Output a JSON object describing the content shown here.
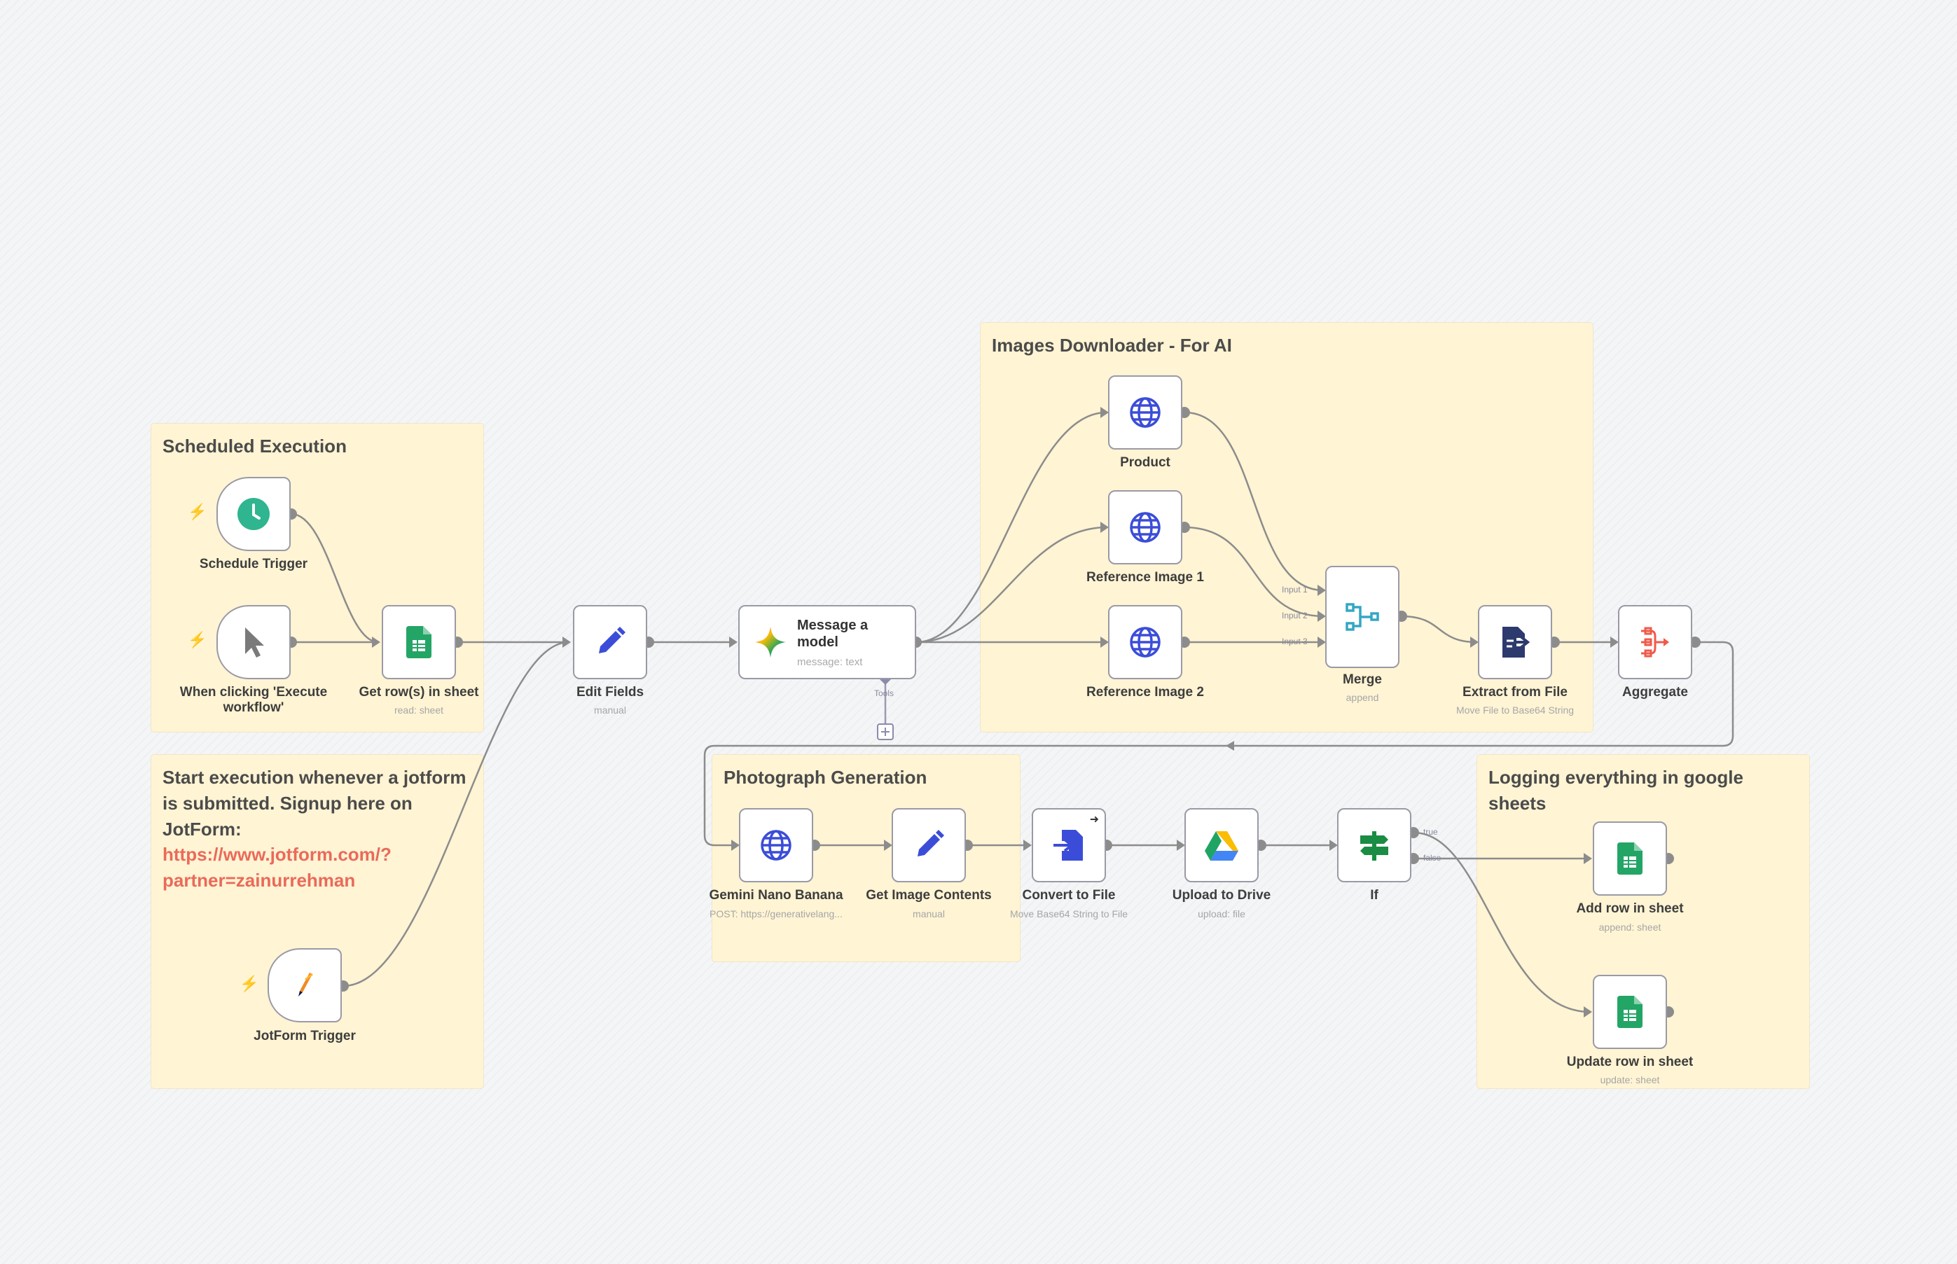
{
  "stickies": {
    "scheduled": {
      "title": "Scheduled Execution"
    },
    "images": {
      "title": "Images Downloader - For AI"
    },
    "jotform": {
      "title": "Start execution whenever a jotform is submitted. Signup here on JotForm:",
      "link": "https://www.jotform.com/?partner=zainurrehman"
    },
    "photo": {
      "title": "Photograph Generation"
    },
    "logging": {
      "title": "Logging everything in google sheets"
    }
  },
  "nodes": {
    "schedule_trigger": {
      "label": "Schedule Trigger",
      "icon": "clock-icon"
    },
    "manual_trigger": {
      "label": "When clicking 'Execute workflow'",
      "icon": "cursor-icon"
    },
    "get_rows": {
      "label": "Get row(s) in sheet",
      "sub": "read: sheet",
      "icon": "google-sheets-icon"
    },
    "jotform_trigger": {
      "label": "JotForm Trigger",
      "icon": "jotform-icon"
    },
    "edit_fields": {
      "label": "Edit Fields",
      "sub": "manual",
      "icon": "pencil-icon"
    },
    "message_model": {
      "label": "Message a model",
      "sub": "message: text",
      "icon": "gemini-icon"
    },
    "product": {
      "label": "Product",
      "icon": "globe-icon"
    },
    "ref1": {
      "label": "Reference Image 1",
      "icon": "globe-icon"
    },
    "ref2": {
      "label": "Reference Image 2",
      "icon": "globe-icon"
    },
    "merge": {
      "label": "Merge",
      "sub": "append",
      "icon": "merge-icon"
    },
    "extract": {
      "label": "Extract from File",
      "sub": "Move File to Base64 String",
      "icon": "file-export-icon"
    },
    "aggregate": {
      "label": "Aggregate",
      "icon": "aggregate-icon"
    },
    "gemini_nano": {
      "label": "Gemini Nano Banana",
      "sub": "POST: https://generativelang...",
      "icon": "globe-icon"
    },
    "get_image": {
      "label": "Get Image Contents",
      "sub": "manual",
      "icon": "pencil-icon"
    },
    "convert": {
      "label": "Convert to File",
      "sub": "Move Base64 String to File",
      "icon": "file-convert-icon"
    },
    "upload": {
      "label": "Upload to Drive",
      "sub": "upload: file",
      "icon": "google-drive-icon"
    },
    "if": {
      "label": "If",
      "icon": "signpost-icon"
    },
    "add_row": {
      "label": "Add row in sheet",
      "sub": "append: sheet",
      "icon": "google-sheets-icon"
    },
    "update_row": {
      "label": "Update row in sheet",
      "sub": "update: sheet",
      "icon": "google-sheets-icon"
    }
  },
  "tags": {
    "tools": "Tools",
    "input1": "Input 1",
    "input2": "Input 2",
    "input3": "Input 3",
    "true": "true",
    "false": "false"
  },
  "colors": {
    "sticky_bg": "#fff4d4",
    "link": "#ea6a5a",
    "accent_blue": "#3b4dd8",
    "sheets_green": "#34a853",
    "wire": "#8c8c8c",
    "trigger_bolt": "#ff6d5a"
  }
}
